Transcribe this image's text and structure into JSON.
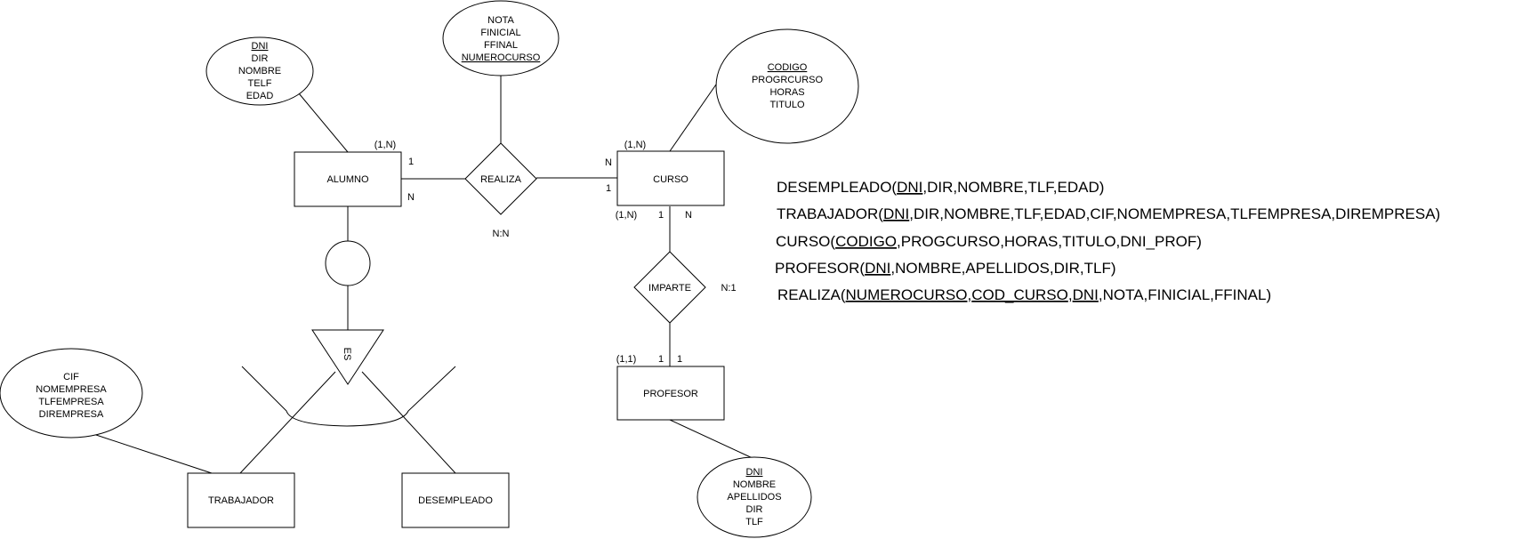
{
  "entities": {
    "alumno": "ALUMNO",
    "curso": "CURSO",
    "profesor": "PROFESOR",
    "trabajador": "TRABAJADOR",
    "desempleado": "DESEMPLEADO"
  },
  "relationships": {
    "realiza": "REALIZA",
    "imparte": "IMPARTE",
    "es": "ES"
  },
  "attributes": {
    "alumno": [
      {
        "text": "DNI",
        "key": true
      },
      {
        "text": "DIR",
        "key": false
      },
      {
        "text": "NOMBRE",
        "key": false
      },
      {
        "text": "TELF",
        "key": false
      },
      {
        "text": "EDAD",
        "key": false
      }
    ],
    "realiza": [
      {
        "text": "NOTA",
        "key": false
      },
      {
        "text": "FINICIAL",
        "key": false
      },
      {
        "text": "FFINAL",
        "key": false
      },
      {
        "text": "NUMEROCURSO",
        "key": true
      }
    ],
    "curso": [
      {
        "text": "CODIGO",
        "key": true
      },
      {
        "text": "PROGRCURSO",
        "key": false
      },
      {
        "text": "HORAS",
        "key": false
      },
      {
        "text": "TITULO",
        "key": false
      }
    ],
    "trabajador": [
      {
        "text": "CIF",
        "key": false
      },
      {
        "text": "NOMEMPRESA",
        "key": false
      },
      {
        "text": "TLFEMPRESA",
        "key": false
      },
      {
        "text": "DIREMPRESA",
        "key": false
      }
    ],
    "profesor": [
      {
        "text": "DNI",
        "key": true
      },
      {
        "text": "NOMBRE",
        "key": false
      },
      {
        "text": "APELLIDOS",
        "key": false
      },
      {
        "text": "DIR",
        "key": false
      },
      {
        "text": "TLF",
        "key": false
      }
    ]
  },
  "cardinalities": {
    "alumno_min_max": "(1,N)",
    "alumno_realiza_1": "1",
    "alumno_realiza_n": "N",
    "curso_realiza_n": "N",
    "curso_realiza_1": "1",
    "curso_min_max_top": "(1,N)",
    "curso_min_max_bottom": "(1,N)",
    "curso_imparte_1": "1",
    "curso_imparte_n": "N",
    "realiza_ratio": "N:N",
    "imparte_ratio": "N:1",
    "profesor_min_max": "(1,1)",
    "profesor_imparte_1a": "1",
    "profesor_imparte_1b": "1"
  },
  "schema": [
    [
      {
        "t": "DESEMPLEADO("
      },
      {
        "t": "DNI",
        "u": true
      },
      {
        "t": ",DIR,NOMBRE,TLF,EDAD)"
      }
    ],
    [
      {
        "t": "TRABAJADOR("
      },
      {
        "t": "DNI",
        "u": true
      },
      {
        "t": ",DIR,NOMBRE,TLF,EDAD,CIF,NOMEMPRESA,TLFEMPRESA,DIREMPRESA)"
      }
    ],
    [
      {
        "t": "CURSO("
      },
      {
        "t": "CODIGO",
        "u": true
      },
      {
        "t": ",PROGCURSO,HORAS,TITULO,DNI_PROF)"
      }
    ],
    [
      {
        "t": "PROFESOR("
      },
      {
        "t": "DNI",
        "u": true
      },
      {
        "t": ",NOMBRE,APELLIDOS,DIR,TLF)"
      }
    ],
    [
      {
        "t": "REALIZA("
      },
      {
        "t": "NUMEROCURSO",
        "u": true
      },
      {
        "t": ","
      },
      {
        "t": "COD_CURSO",
        "u": true
      },
      {
        "t": ","
      },
      {
        "t": "DNI",
        "u": true
      },
      {
        "t": ",NOTA,FINICIAL,FFINAL)"
      }
    ]
  ]
}
